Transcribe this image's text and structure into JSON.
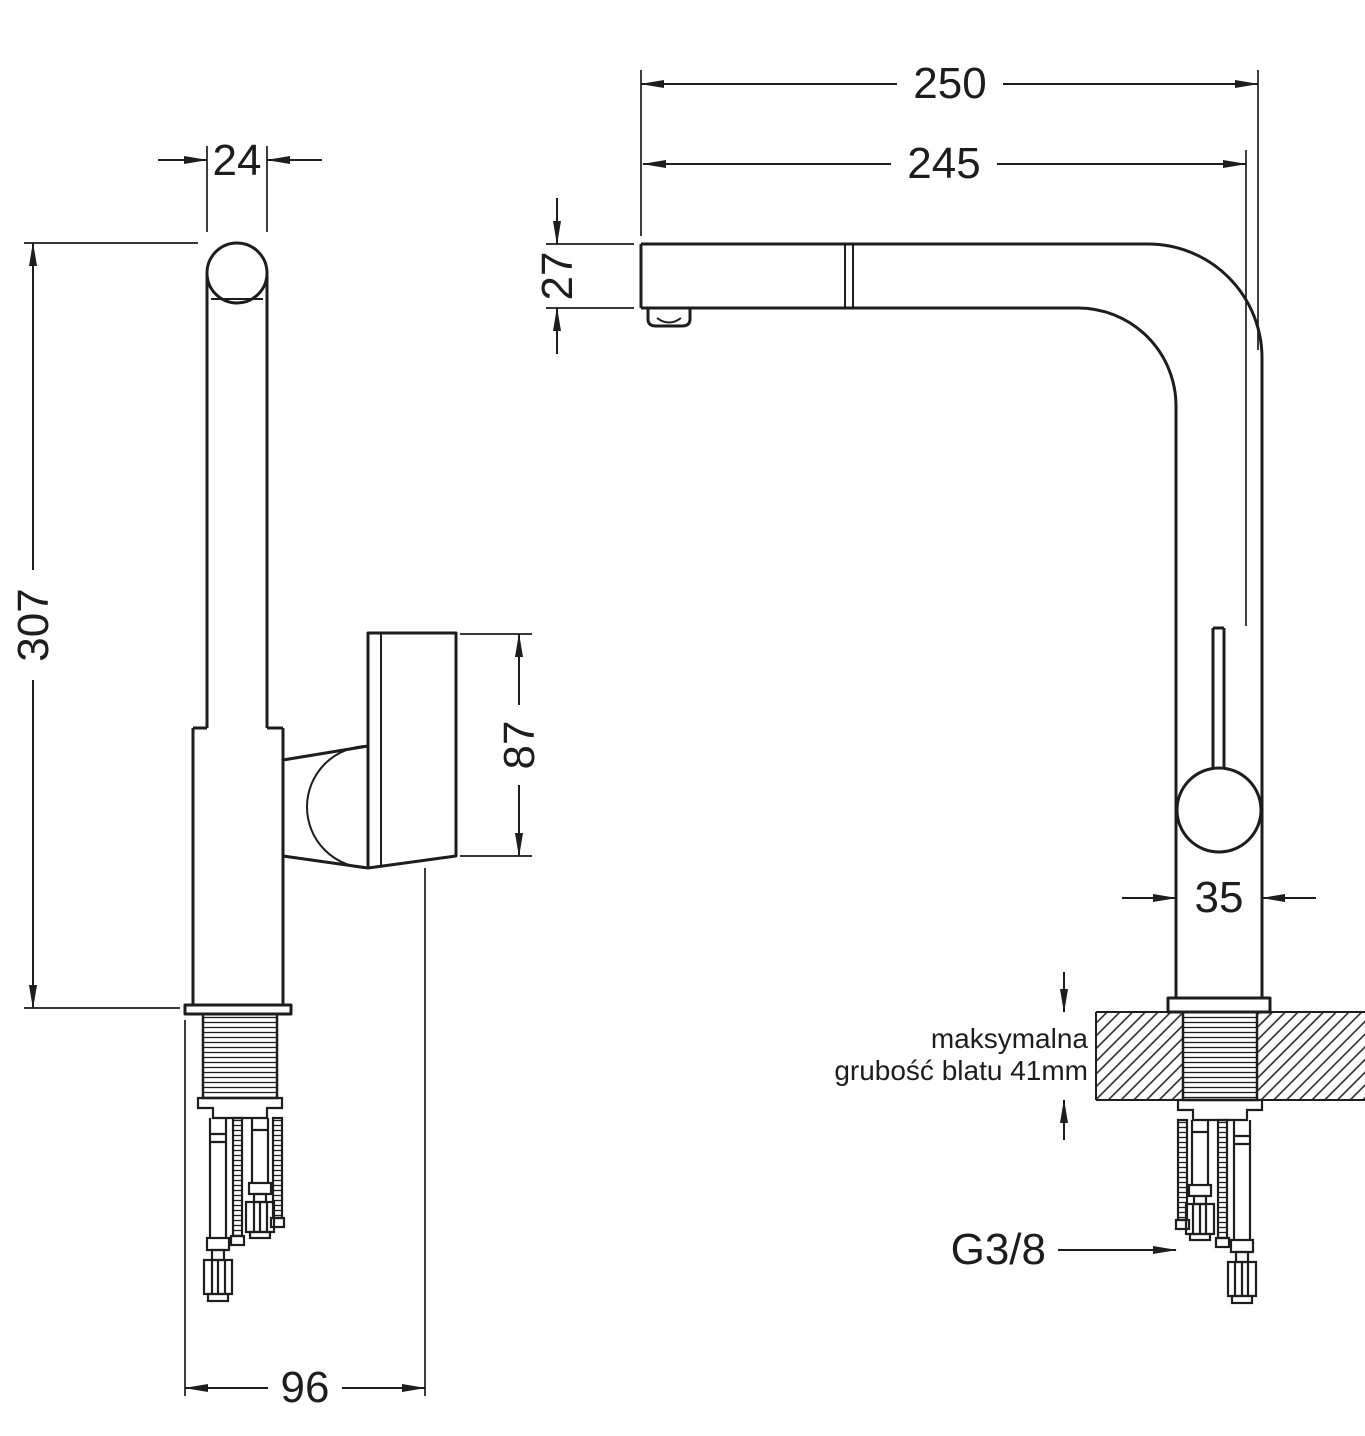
{
  "drawing": {
    "kind": "kitchen faucet dimensional drawing",
    "colors": {
      "line": "#1d1d1d",
      "background": "#ffffff"
    },
    "views": {
      "side": {
        "dims": {
          "spout_width": "24",
          "total_height": "307",
          "handle_height": "87",
          "base_depth": "96"
        }
      },
      "front": {
        "dims": {
          "overall_reach": "250",
          "spout_reach": "245",
          "spout_height": "27",
          "body_width": "35"
        },
        "notes": {
          "counter_line1": "maksymalna",
          "counter_line2": "grubość blatu 41mm",
          "thread": "G3/8"
        }
      }
    }
  }
}
